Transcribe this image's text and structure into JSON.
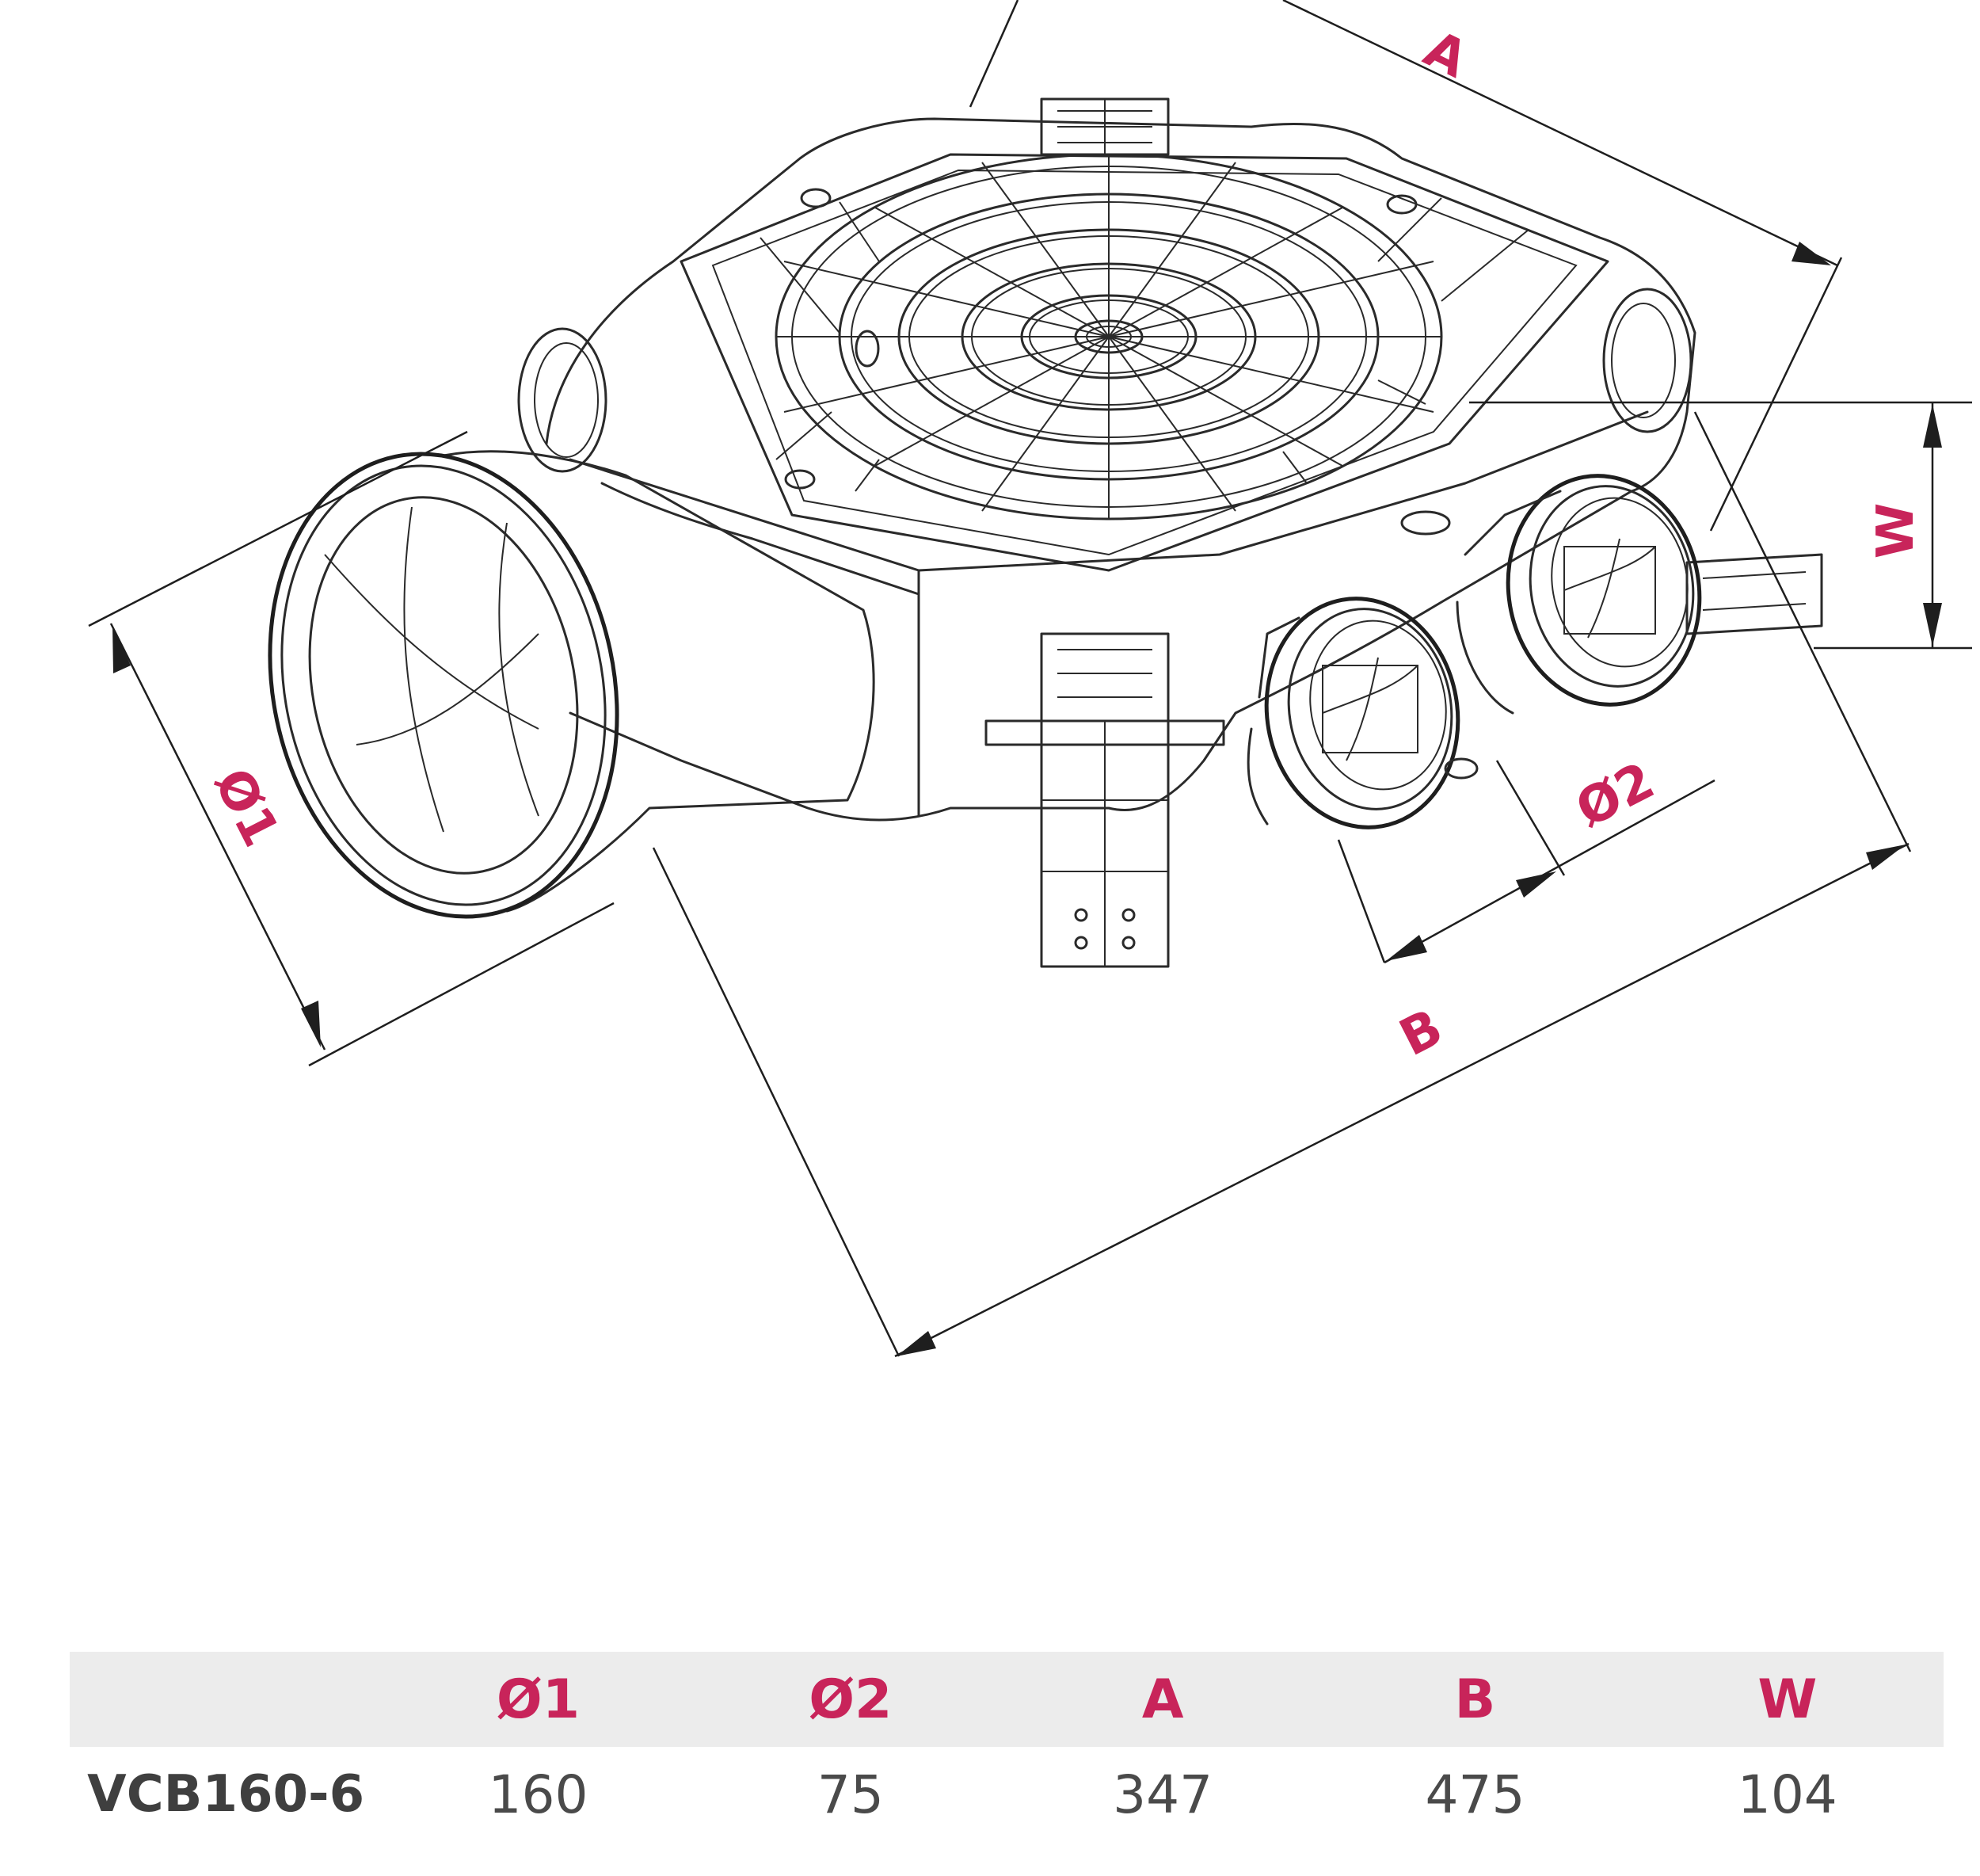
{
  "diagram": {
    "labels": {
      "a": "A",
      "b": "B",
      "w": "W",
      "d1": "Ø1",
      "d2": "Ø2"
    }
  },
  "table": {
    "headers": [
      "",
      "Ø1",
      "Ø2",
      "A",
      "B",
      "W"
    ],
    "rows": [
      {
        "model": "VCB160-6",
        "values": [
          "160",
          "75",
          "347",
          "475",
          "104"
        ]
      }
    ]
  },
  "colors": {
    "accent": "#c8245a",
    "line": "#2a2a2a",
    "header_bg": "#ececec",
    "value_text": "#4a4a4a"
  }
}
